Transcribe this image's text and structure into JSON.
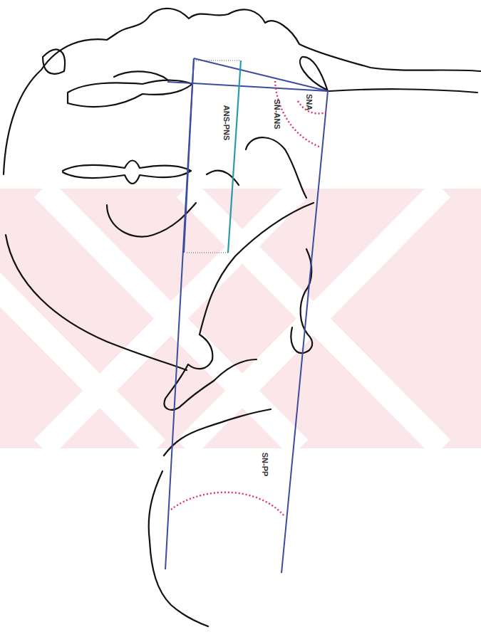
{
  "diagram": {
    "labels": [
      "ANS-PNS",
      "SN-ANS",
      "SNA",
      "SN-PP"
    ]
  }
}
